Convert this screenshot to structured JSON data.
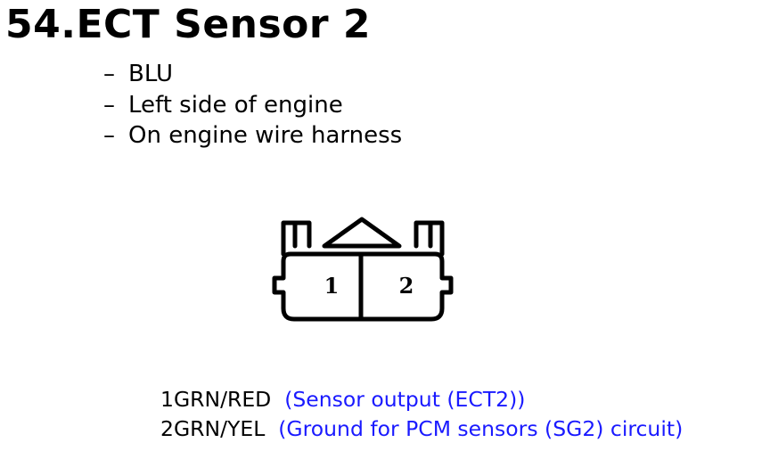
{
  "title": "54.ECT Sensor 2",
  "details": [
    {
      "dash": "–",
      "text": "BLU"
    },
    {
      "dash": "–",
      "text": "Left side of engine"
    },
    {
      "dash": "–",
      "text": "On engine wire harness"
    }
  ],
  "connector": {
    "pin_labels": [
      "1",
      "2"
    ]
  },
  "pins": [
    {
      "number": "1",
      "wire": "GRN/RED",
      "description": "(Sensor output (ECT2))"
    },
    {
      "number": "2",
      "wire": "GRN/YEL",
      "description": "(Ground for PCM sensors (SG2) circuit)"
    }
  ],
  "colors": {
    "description_text": "#1a1aff",
    "text": "#000000"
  }
}
